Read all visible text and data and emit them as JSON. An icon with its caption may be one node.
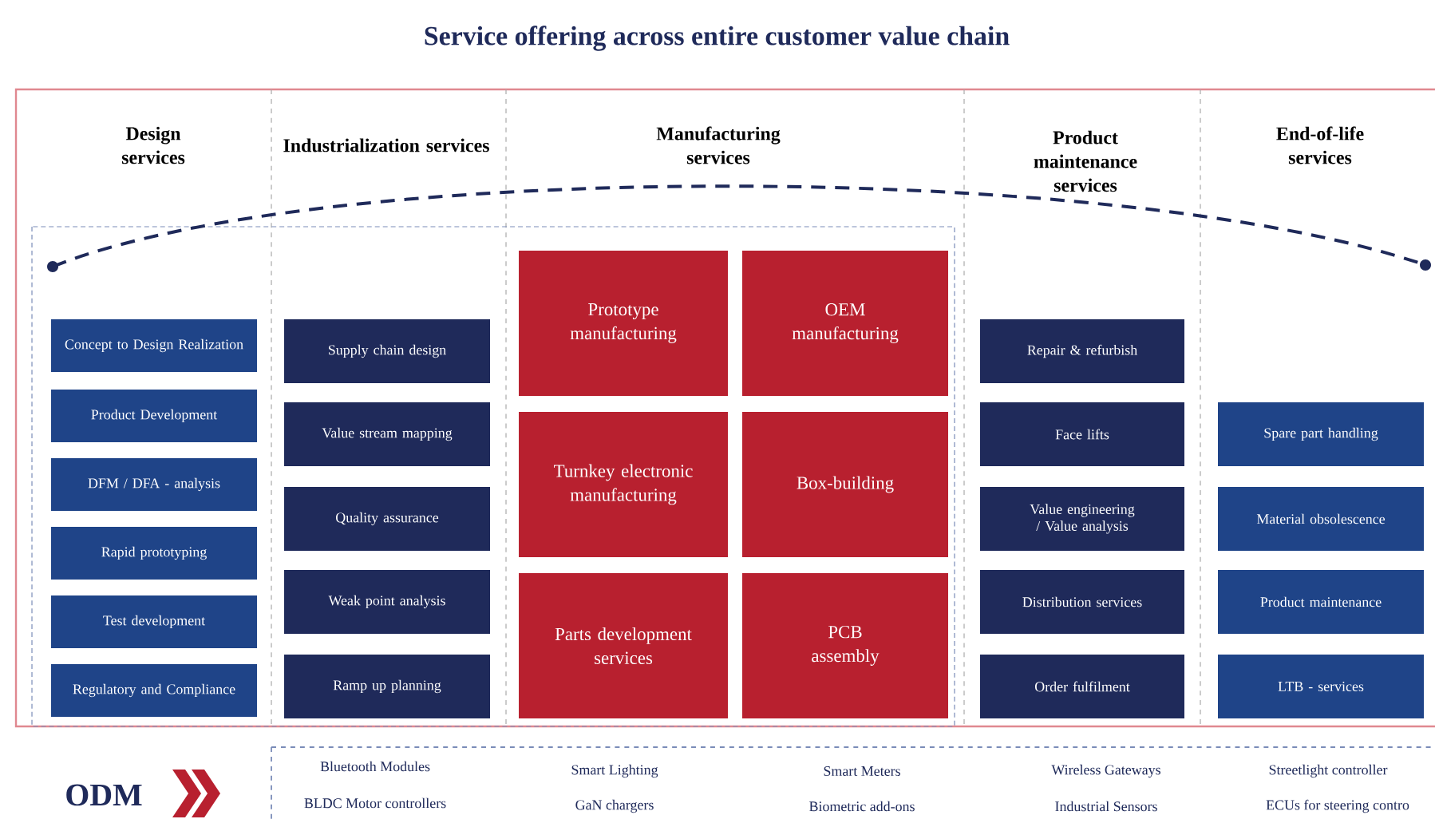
{
  "diagram": {
    "title": "Service offering across entire customer value chain",
    "nodes": [
      {
        "text": [
          "Concept to Design Realization"
        ]
      },
      {
        "text": [
          "Product Development"
        ]
      },
      {
        "text": [
          "DFM / DFA - analysis"
        ]
      },
      {
        "text": [
          "Rapid prototyping"
        ]
      },
      {
        "text": [
          "Test development"
        ]
      },
      {
        "text": [
          "Regulatory and Compliance"
        ]
      },
      {
        "text": [
          "Supply chain design"
        ]
      },
      {
        "text": [
          "Value stream mapping"
        ]
      },
      {
        "text": [
          "Quality assurance"
        ]
      },
      {
        "text": [
          "Weak point analysis"
        ]
      },
      {
        "text": [
          "Ramp up planning"
        ]
      },
      {
        "text": [
          "Prototype manufacturing"
        ]
      },
      {
        "text": [
          "OEM manufacturing"
        ]
      },
      {
        "text": [
          "Turnkey electronic manufacturing"
        ]
      },
      {
        "text": [
          "Box-building"
        ]
      },
      {
        "text": [
          "Parts development services"
        ]
      },
      {
        "text": [
          "PCB assembly"
        ]
      },
      {
        "text": [
          "Repair & refurbish"
        ]
      },
      {
        "text": [
          "Face lifts"
        ]
      },
      {
        "text": [
          "Value engineering / Value analysis"
        ]
      },
      {
        "text": [
          "Distribution services"
        ]
      },
      {
        "text": [
          "Order fulfilment"
        ]
      },
      {
        "text": [
          "Spare part handling"
        ]
      },
      {
        "text": [
          "Material obsolescence"
        ]
      },
      {
        "text": [
          "Product maintenance"
        ]
      },
      {
        "text": [
          "LTB - services"
        ]
      }
    ],
    "labels": [
      "Design services",
      "Industrialization services",
      "Manufacturing services",
      "Product maintenance services",
      "End-of-life services",
      "ODM",
      "Bluetooth Modules",
      "Smart Lighting",
      "Smart Meters",
      "Wireless Gateways",
      "Streetlight controller",
      "BLDC Motor controllers",
      "GaN chargers",
      "Biometric add-ons",
      "Industrial Sensors",
      "ECUs for steering contro"
    ]
  }
}
